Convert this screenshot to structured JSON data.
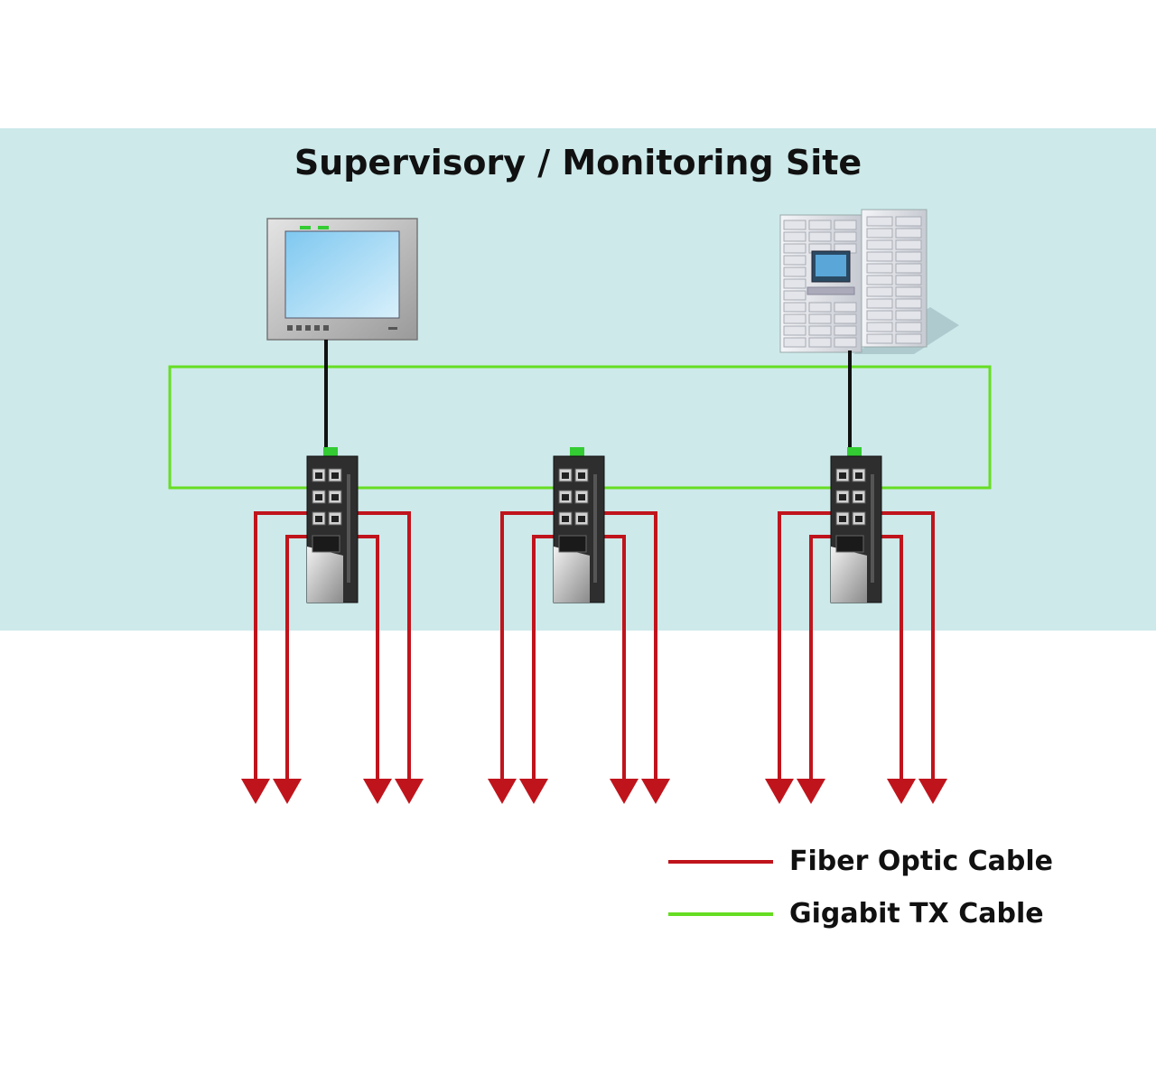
{
  "site": {
    "title": "Supervisory / Monitoring Site",
    "background_color": "#cde9ea"
  },
  "devices": [
    {
      "name": "hmi-panel",
      "type": "touch panel monitor"
    },
    {
      "name": "server-rack",
      "type": "server cabinet with terminal"
    }
  ],
  "switches": [
    {
      "name": "switch-1",
      "ports": 6,
      "fiber_ports": 2
    },
    {
      "name": "switch-2",
      "ports": 6,
      "fiber_ports": 2
    },
    {
      "name": "switch-3",
      "ports": 6,
      "fiber_ports": 2
    }
  ],
  "legend": [
    {
      "label": "Fiber Optic Cable",
      "color": "#c0141c",
      "icon": "red-line"
    },
    {
      "label": "Gigabit TX Cable",
      "color": "#66dd22",
      "icon": "green-line"
    }
  ],
  "colors": {
    "fiber": "#c0141c",
    "gigabit": "#66dd22",
    "uplink": "#111111"
  }
}
